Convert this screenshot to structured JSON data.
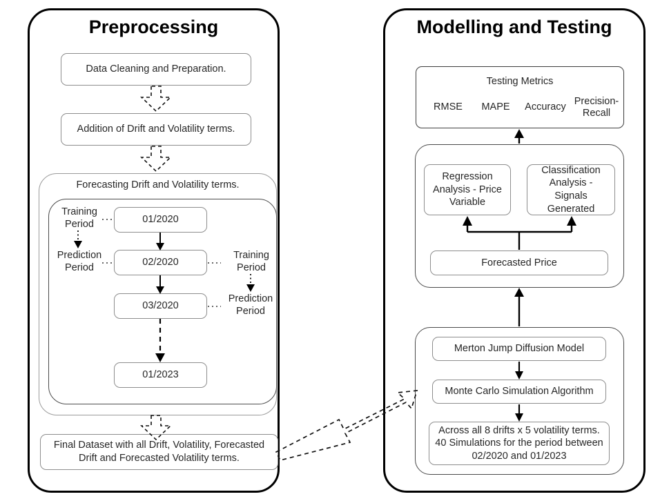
{
  "panels": {
    "left": {
      "title": "Preprocessing"
    },
    "right": {
      "title": "Modelling and Testing"
    }
  },
  "preprocessing": {
    "step_clean": "Data Cleaning and Preparation.",
    "step_addition": "Addition of Drift and Volatility terms.",
    "forecasting_group_label": "Forecasting Drift and Volatility terms.",
    "timeline": [
      {
        "label": "01/2020"
      },
      {
        "label": "02/2020"
      },
      {
        "label": "03/2020"
      },
      {
        "label": "01/2023"
      }
    ],
    "annotations": {
      "left_training": "Training\nPeriod",
      "left_prediction": "Prediction\nPeriod",
      "right_training": "Training\nPeriod",
      "right_prediction": "Prediction\nPeriod"
    },
    "final_dataset": "Final Dataset with all Drift, Volatility, Forecasted\nDrift and Forecasted Volatility terms."
  },
  "modelling": {
    "testing_metrics": {
      "title": "Testing Metrics",
      "items": [
        "RMSE",
        "MAPE",
        "Accuracy",
        "Precision-\nRecall"
      ]
    },
    "analysis": {
      "regression": "Regression\nAnalysis - Price\nVariable",
      "classification": "Classification\nAnalysis - Signals\nGenerated",
      "forecasted_price": "Forecasted Price"
    },
    "simulation": {
      "model": "Merton Jump Diffusion Model",
      "algorithm": "Monte Carlo Simulation Algorithm",
      "scope": "Across all 8 drifts x 5 volatility terms.\n40 Simulations for the period between\n02/2020 and 01/2023"
    }
  },
  "colors": {
    "panel_border": "#000000",
    "node_border": "#8d8d8d",
    "group_border": "#9a9a9a",
    "text": "#262626",
    "arrow": "#000000"
  }
}
